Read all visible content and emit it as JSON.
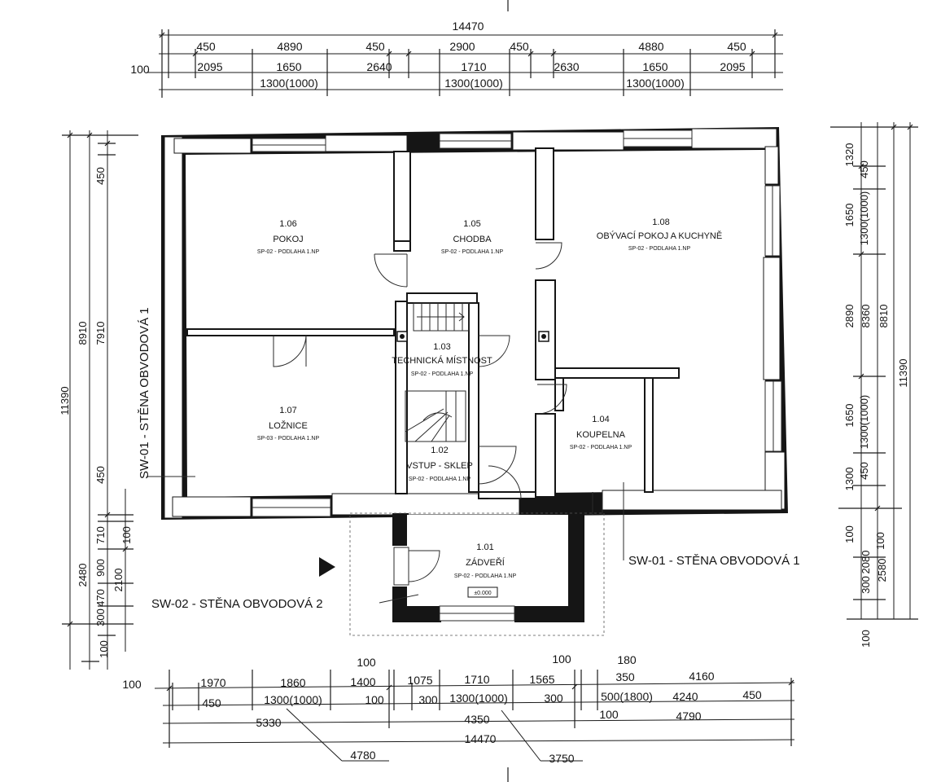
{
  "dimensions": {
    "top_total": "14470",
    "top_row1": [
      "450",
      "4890",
      "450",
      "2900",
      "450",
      "4880",
      "450"
    ],
    "top_row2_left": "100",
    "top_row2": [
      "2095",
      "1650",
      "2640",
      "1710",
      "2630",
      "1650",
      "2095"
    ],
    "top_row3": [
      "1300(1000)",
      "1300(1000)",
      "1300(1000)"
    ],
    "bottom_row1_left": "100",
    "bottom_row1": [
      "1970",
      "1860",
      "1400",
      "1075",
      "1710",
      "1565",
      "350",
      "4160"
    ],
    "bottom_row1_above": [
      "100",
      "100",
      "180"
    ],
    "bottom_row2": [
      "450",
      "1300(1000)",
      "100",
      "300",
      "1300(1000)",
      "300",
      "500(1800)",
      "4240",
      "450"
    ],
    "bottom_row3": [
      "5330",
      "4350",
      "100",
      "4790"
    ],
    "bottom_row4": "14470",
    "bottom_leaders": [
      "4780",
      "3750"
    ],
    "left_outer": "11390",
    "left_mid1": "8910",
    "left_mid2": "7910",
    "left_mid3": "2480",
    "left_small": [
      "450",
      "450",
      "710",
      "900",
      "2100",
      "470",
      "300",
      "100",
      "100"
    ],
    "right_outer": "11390",
    "right_mid1": "8810",
    "right_mid2": "8360",
    "right_small": [
      "1320",
      "450",
      "1650",
      "1300(1000)",
      "2890",
      "1650",
      "1300(1000)",
      "450",
      "1300",
      "100",
      "100",
      "2080",
      "2580",
      "300",
      "100"
    ]
  },
  "rooms": [
    {
      "number": "1.06",
      "name": "POKOJ",
      "spec": "SP-02   -   PODLAHA 1.NP"
    },
    {
      "number": "1.05",
      "name": "CHODBA",
      "spec": "SP-02   -   PODLAHA 1.NP"
    },
    {
      "number": "1.08",
      "name": "OBÝVACÍ POKOJ A KUCHYNĚ",
      "spec": "SP-02   -   PODLAHA 1.NP"
    },
    {
      "number": "1.03",
      "name": "TECHNICKÁ MÍSTNOST",
      "spec": "SP-02   -   PODLAHA 1.NP"
    },
    {
      "number": "1.07",
      "name": "LOŽNICE",
      "spec": "SP-03   -   PODLAHA 1.NP"
    },
    {
      "number": "1.04",
      "name": "KOUPELNA",
      "spec": "SP-02   -   PODLAHA 1.NP"
    },
    {
      "number": "1.02",
      "name": "VSTUP - SKLEP",
      "spec": "SP-02   -   PODLAHA 1.NP"
    },
    {
      "number": "1.01",
      "name": "ZÁDVEŘÍ",
      "spec": "SP-02   -   PODLAHA 1.NP"
    }
  ],
  "level_mark": "±0.000",
  "wall_labels": {
    "left": "SW-01   -   STĚNA OBVODOVÁ 1",
    "right": "SW-01   -   STĚNA OBVODOVÁ 1",
    "bottom": "SW-02   -   STĚNA OBVODOVÁ 2"
  },
  "icons": [
    "entrance-arrow-icon"
  ]
}
